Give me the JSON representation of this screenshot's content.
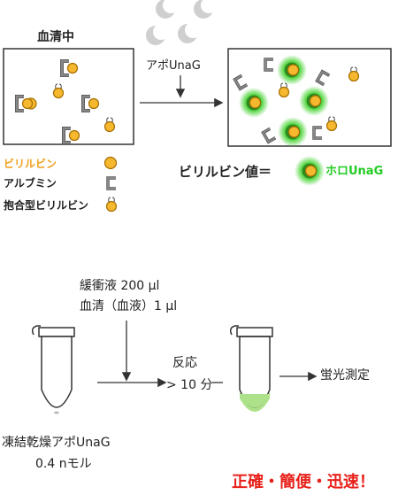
{
  "top": {
    "serum_title": "血清中",
    "apo_label": "アポUnaG",
    "legend": [
      {
        "label": "ビリルビン",
        "color": "#f0a020",
        "icon": "bilirubin-circle"
      },
      {
        "label": "アルブミン",
        "color": "#222222",
        "icon": "albumin-c-shape"
      },
      {
        "label": "抱合型ビリルビン",
        "color": "#222222",
        "icon": "conjugated-bilirubin"
      }
    ],
    "equation": {
      "left": "ビリルビン値＝",
      "right": "ホロUnaG",
      "right_color": "#22cc22"
    }
  },
  "bottom": {
    "buffer_label": "緩衝液 200 μl",
    "serum_label": "血清（血液）1 μl",
    "reaction_label": "反応",
    "time_label": "> 10 分",
    "measure_label": "蛍光測定",
    "tube_label_1": "凍結乾燥アポUnaG",
    "tube_label_2": "0.4 nモル",
    "tagline": "正確・簡便・迅速！",
    "tagline_color": "#e8201a"
  },
  "colors": {
    "bilirubin": "#f5b82e",
    "bilirubin_stroke": "#a66d00",
    "albumin": "#888888",
    "glow": "#44dd33",
    "tube_liquid": "#aee28a",
    "apo_crescent": "#cfcfcf"
  }
}
